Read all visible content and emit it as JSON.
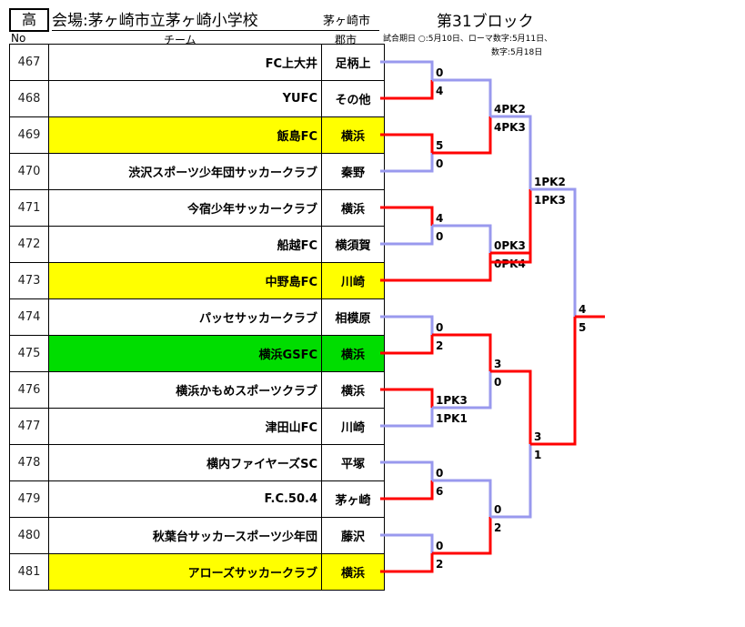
{
  "header": {
    "grade": "高",
    "venue": "会場:茅ヶ崎市立茅ヶ崎小学校",
    "venue_city": "茅ヶ崎市",
    "block": "第31ブロック",
    "col_no": "No",
    "col_team": "チーム",
    "col_city": "郡市",
    "notes_line1": "試合期日 ○:5月10日、ローマ数字:5月11日、",
    "notes_line2": "数字:5月18日"
  },
  "colors": {
    "win": "#ff0000",
    "lose": "#9999ee",
    "yellow": "#ffff00",
    "green": "#00dd00"
  },
  "teams": [
    {
      "no": "467",
      "name": "FC上大井",
      "city": "足柄上",
      "bg": ""
    },
    {
      "no": "468",
      "name": "YUFC",
      "city": "その他",
      "bg": ""
    },
    {
      "no": "469",
      "name": "飯島FC",
      "city": "横浜",
      "bg": "yellow"
    },
    {
      "no": "470",
      "name": "渋沢スポーツ少年団サッカークラブ",
      "city": "秦野",
      "bg": ""
    },
    {
      "no": "471",
      "name": "今宿少年サッカークラブ",
      "city": "横浜",
      "bg": ""
    },
    {
      "no": "472",
      "name": "船越FC",
      "city": "横須賀",
      "bg": ""
    },
    {
      "no": "473",
      "name": "中野島FC",
      "city": "川崎",
      "bg": "yellow"
    },
    {
      "no": "474",
      "name": "パッセサッカークラブ",
      "city": "相模原",
      "bg": ""
    },
    {
      "no": "475",
      "name": "横浜GSFC",
      "city": "横浜",
      "bg": "green"
    },
    {
      "no": "476",
      "name": "横浜かもめスポーツクラブ",
      "city": "横浜",
      "bg": ""
    },
    {
      "no": "477",
      "name": "津田山FC",
      "city": "川崎",
      "bg": ""
    },
    {
      "no": "478",
      "name": "横内ファイヤーズSC",
      "city": "平塚",
      "bg": ""
    },
    {
      "no": "479",
      "name": "F.C.50.4",
      "city": "茅ヶ崎",
      "bg": ""
    },
    {
      "no": "480",
      "name": "秋葉台サッカースポーツ少年団",
      "city": "藤沢",
      "bg": ""
    },
    {
      "no": "481",
      "name": "アローズサッカークラブ",
      "city": "横浜",
      "bg": "yellow"
    }
  ],
  "scores": [
    "0",
    "4",
    "5",
    "0",
    "4",
    "0",
    "0",
    "2",
    "1PK3",
    "1PK1",
    "0",
    "6",
    "0",
    "2",
    "4PK2",
    "4PK3",
    "0PK3",
    "0PK4",
    "3",
    "0",
    "0",
    "2",
    "1PK2",
    "1PK3",
    "3",
    "1",
    "4",
    "5"
  ]
}
